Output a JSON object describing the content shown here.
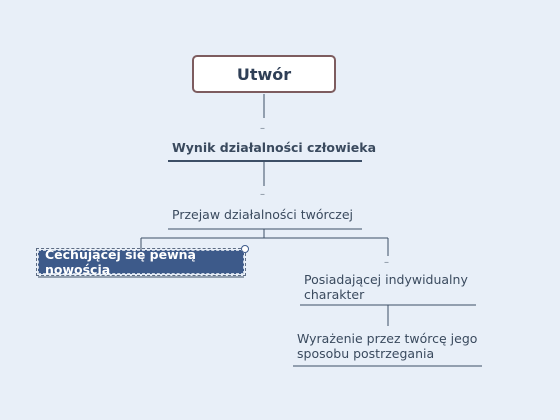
{
  "colors": {
    "background": "#e8eff8",
    "connector": "#3d4f66",
    "selected_fill": "#3d5a8a",
    "root_border": "#7d5c5f"
  },
  "diagram": {
    "root": "Utwór",
    "nodes": [
      {
        "id": "n1",
        "label": "Wynik działalności człowieka"
      },
      {
        "id": "n2",
        "label": "Przejaw działalności twórczej"
      },
      {
        "id": "n3",
        "label": "Cechującej się pewną nowością",
        "selected": true
      },
      {
        "id": "n4",
        "label": "Posiadającej indywidualny charakter"
      },
      {
        "id": "n5",
        "label": "Wyrażenie przez twórcę jego sposobu postrzegania"
      }
    ],
    "collapse_symbol": "–"
  }
}
